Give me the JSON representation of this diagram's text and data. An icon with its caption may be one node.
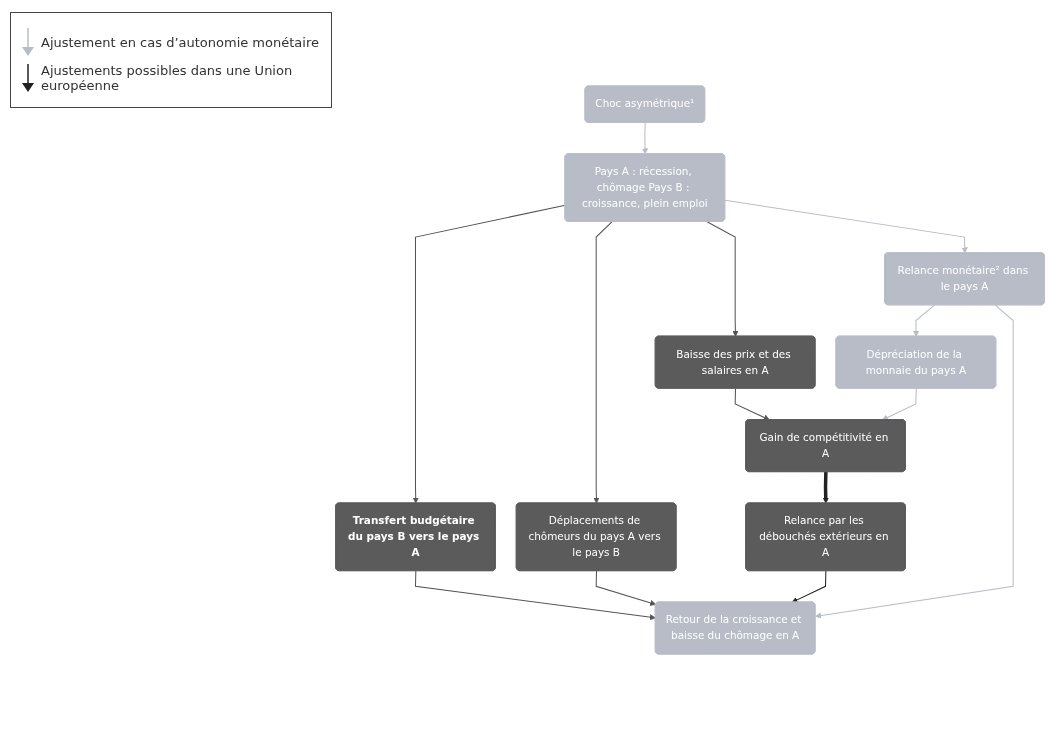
{
  "diagram": {
    "nodes": [
      {
        "text": [
          "Choc asymétrique¹"
        ]
      },
      {
        "text": [
          "Pays A : récession, chômage Pays B : croissance, plein emploi"
        ]
      },
      {
        "text": [
          "Transfert budgétaire du pays B vers le pays A"
        ]
      },
      {
        "text": [
          "Déplacements de chômeurs du pays A vers le pays B"
        ]
      },
      {
        "text": [
          "Baisse des prix et des salaires en A"
        ]
      },
      {
        "text": [
          "Relance monétaire² dans le pays A"
        ]
      },
      {
        "text": [
          "Dépréciation de la monnaie du pays A"
        ]
      },
      {
        "text": [
          "Gain de compétitivité en A"
        ]
      },
      {
        "text": [
          "Relance par les débouchés extérieurs en A"
        ]
      },
      {
        "text": [
          "Retour de la croissance et baisse du chômage en A"
        ]
      }
    ],
    "edges": [
      {
        "from": 0,
        "to": 1,
        "arrow": "to",
        "color": "#b8bcc6"
      },
      {
        "from": 1,
        "to": 2,
        "arrow": "to"
      },
      {
        "from": 1,
        "to": 3,
        "arrow": "to"
      },
      {
        "from": 1,
        "to": 4,
        "arrow": "to"
      },
      {
        "from": 1,
        "to": 5,
        "arrow": "to",
        "color": "#b8bcc6"
      },
      {
        "from": 5,
        "to": 6,
        "arrow": "to",
        "color": "#b8bcc6"
      },
      {
        "from": 5,
        "to": 9,
        "arrow": "to",
        "color": "#b8bcc6"
      },
      {
        "from": 4,
        "to": 7,
        "arrow": "to"
      },
      {
        "from": 6,
        "to": 7,
        "arrow": "to",
        "color": "#b8bcc6"
      },
      {
        "from": 7,
        "to": 8,
        "arrow": "to",
        "style": "thick",
        "color": "#222222"
      },
      {
        "from": 2,
        "to": 9,
        "arrow": "to"
      },
      {
        "from": 3,
        "to": 9,
        "arrow": "to"
      },
      {
        "from": 8,
        "to": 9,
        "arrow": "to",
        "color": "#222222"
      }
    ],
    "legend": [
      {
        "text": "Ajustement en cas d’autonomie monétaire"
      },
      {
        "text": "Ajustements possibles dans une Union européenne"
      }
    ]
  }
}
